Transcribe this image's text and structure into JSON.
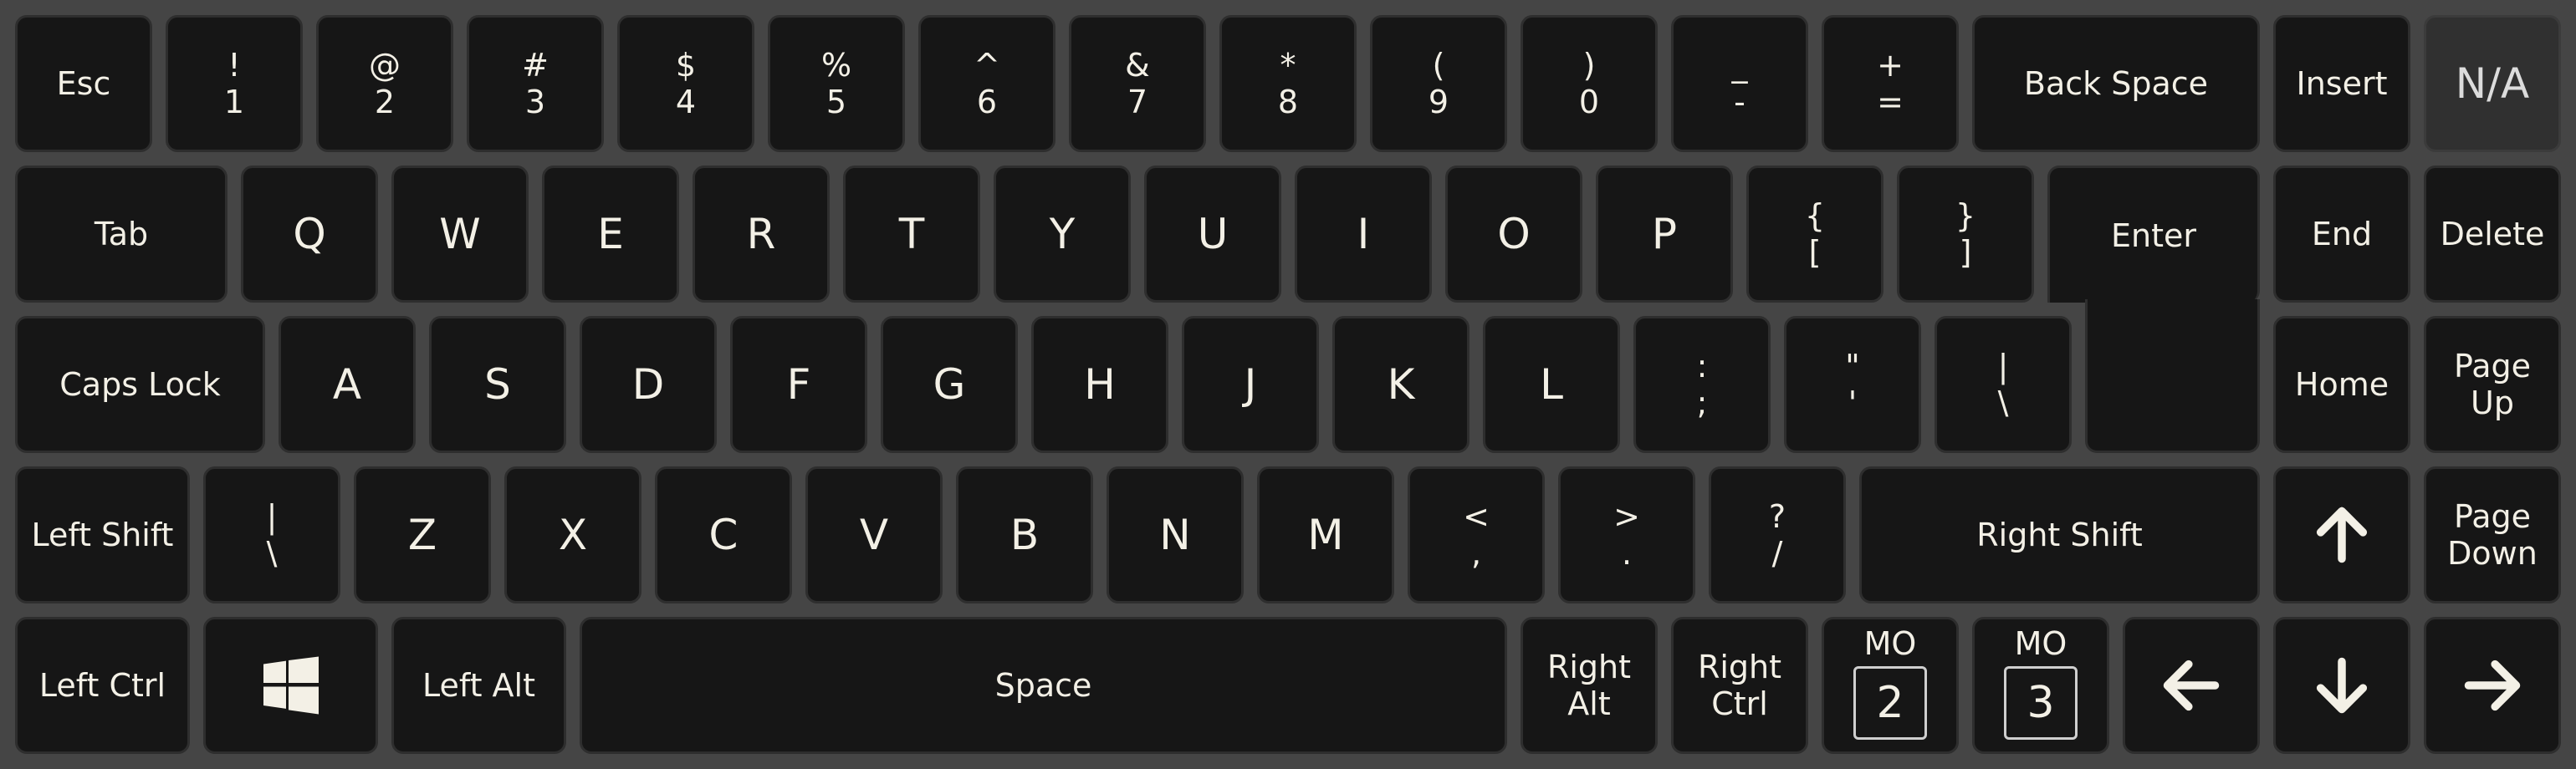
{
  "keys": {
    "esc": "Esc",
    "n1": {
      "shift": "!",
      "base": "1"
    },
    "n2": {
      "shift": "@",
      "base": "2"
    },
    "n3": {
      "shift": "#",
      "base": "3"
    },
    "n4": {
      "shift": "$",
      "base": "4"
    },
    "n5": {
      "shift": "%",
      "base": "5"
    },
    "n6": {
      "shift": "^",
      "base": "6"
    },
    "n7": {
      "shift": "&",
      "base": "7"
    },
    "n8": {
      "shift": "*",
      "base": "8"
    },
    "n9": {
      "shift": "(",
      "base": "9"
    },
    "n0": {
      "shift": ")",
      "base": "0"
    },
    "minus": {
      "shift": "_",
      "base": "-"
    },
    "equals": {
      "shift": "+",
      "base": "="
    },
    "backspace": "Back Space",
    "insert": "Insert",
    "na": "N/A",
    "tab": "Tab",
    "q": "Q",
    "w": "W",
    "e": "E",
    "r": "R",
    "t": "T",
    "y": "Y",
    "u": "U",
    "i": "I",
    "o": "O",
    "p": "P",
    "lbracket": {
      "shift": "{",
      "base": "["
    },
    "rbracket": {
      "shift": "}",
      "base": "]"
    },
    "enter": "Enter",
    "end": "End",
    "delete": "Delete",
    "capslock": "Caps Lock",
    "a": "A",
    "s": "S",
    "d": "D",
    "f": "F",
    "g": "G",
    "h": "H",
    "j": "J",
    "k": "K",
    "l": "L",
    "semicolon": {
      "shift": ":",
      "base": ";"
    },
    "quote": {
      "shift": "\"",
      "base": "'"
    },
    "backslash": {
      "shift": "|",
      "base": "\\"
    },
    "home": "Home",
    "pageup": {
      "line1": "Page",
      "line2": "Up"
    },
    "lshift": "Left Shift",
    "iso_backslash": {
      "shift": "|",
      "base": "\\"
    },
    "z": "Z",
    "x": "X",
    "c": "C",
    "v": "V",
    "b": "B",
    "n": "N",
    "m": "M",
    "comma": {
      "shift": "<",
      "base": ","
    },
    "period": {
      "shift": ">",
      "base": "."
    },
    "slash": {
      "shift": "?",
      "base": "/"
    },
    "rshift": "Right Shift",
    "pagedown": {
      "line1": "Page",
      "line2": "Down"
    },
    "lctrl": "Left Ctrl",
    "lalt": "Left Alt",
    "space": "Space",
    "ralt": {
      "line1": "Right",
      "line2": "Alt"
    },
    "rctrl": {
      "line1": "Right",
      "line2": "Ctrl"
    },
    "mo2": {
      "label": "MO",
      "layer": "2"
    },
    "mo3": {
      "label": "MO",
      "layer": "3"
    }
  },
  "icons": {
    "win": "windows-logo-icon",
    "up": "arrow-up-icon",
    "left": "arrow-left-icon",
    "down": "arrow-down-icon",
    "right": "arrow-right-icon"
  },
  "colors": {
    "background": "#454545",
    "key": "#161616",
    "key_na": "#303030",
    "legend": "#f3f0e6"
  }
}
